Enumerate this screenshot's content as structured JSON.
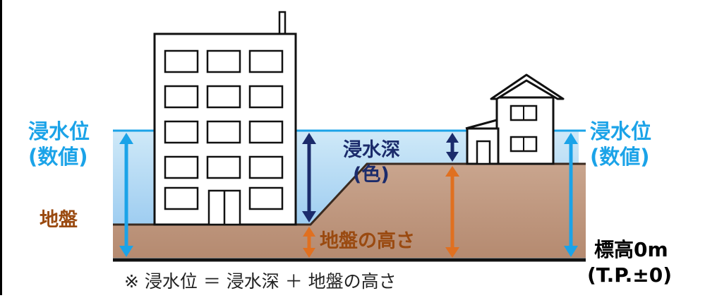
{
  "labels": {
    "flood_level": "浸水位",
    "value_paren": "(数値)",
    "flood_depth": "浸水深",
    "color_paren": "(色)",
    "ground": "地盤",
    "ground_height": "地盤の高さ",
    "elevation_zero": "標高0m",
    "tp_zero": "(T.P.±0)"
  },
  "note": "※ 浸水位 ＝ 浸水深 ＋ 地盤の高さ",
  "colors": {
    "water_top": "#bfe2f7",
    "water_bottom": "#8ec3ee",
    "ground": "#c79f87",
    "ground_dark": "#b5876c",
    "flood_line": "#1ba3e8",
    "depth_arrow": "#1b2b6b",
    "ground_arrow": "#e07020",
    "building_fill": "#ffffff",
    "building_stroke": "#111111"
  }
}
